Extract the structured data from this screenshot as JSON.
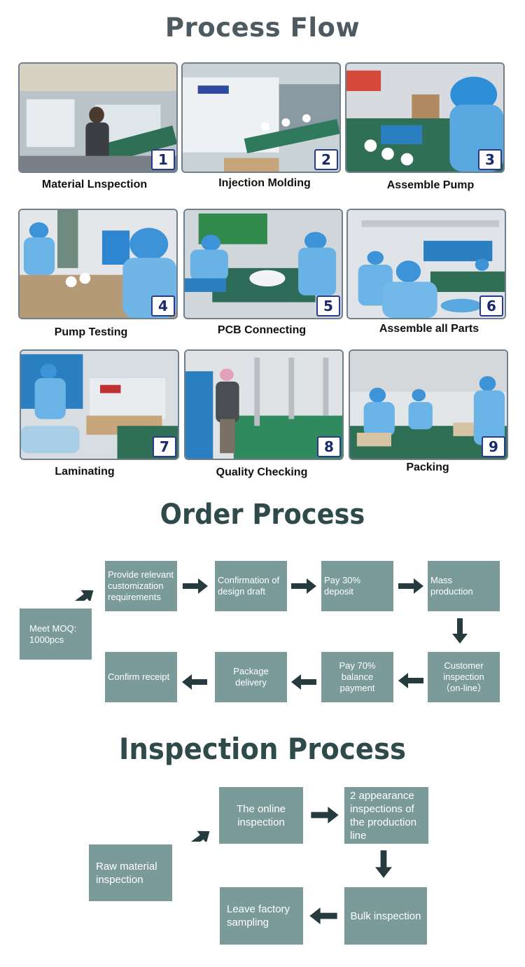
{
  "process_flow": {
    "title": "Process Flow",
    "steps": [
      {
        "number": "1",
        "caption": "Material Lnspection"
      },
      {
        "number": "2",
        "caption": "Injection Molding"
      },
      {
        "number": "3",
        "caption": "Assemble Pump"
      },
      {
        "number": "4",
        "caption": "Pump Testing"
      },
      {
        "number": "5",
        "caption": "PCB Connecting"
      },
      {
        "number": "6",
        "caption": "Assemble all Parts"
      },
      {
        "number": "7",
        "caption": "Laminating"
      },
      {
        "number": "8",
        "caption": "Quality Checking"
      },
      {
        "number": "9",
        "caption": "Packing"
      }
    ]
  },
  "order_process": {
    "title": "Order Process",
    "moq": "Meet MOQ:\n1000pcs",
    "steps": {
      "customization": "Provide relevant\ncustomization\nrequirements",
      "confirmation": "Confirmation of\ndesign draft",
      "deposit": "Pay 30% deposit",
      "mass": "Mass production",
      "customer_inspection": "Customer\ninspection\n（on-line）",
      "balance": "Pay 70%\nbalance\npayment",
      "delivery": "Package\ndelivery",
      "receipt": "Confirm receipt"
    }
  },
  "inspection_process": {
    "title": "Inspection Process",
    "steps": {
      "raw": "Raw material\ninspection",
      "online": "The online\ninspection",
      "appearance": "2 appearance\ninspections of\nthe production\nline",
      "bulk": "Bulk inspection",
      "sampling": "Leave factory\nsampling"
    }
  },
  "colors": {
    "box": "#7b9b9a",
    "arrow": "#263b3f",
    "badge_border": "#2a3a8a",
    "title": "#2e4a4a"
  }
}
